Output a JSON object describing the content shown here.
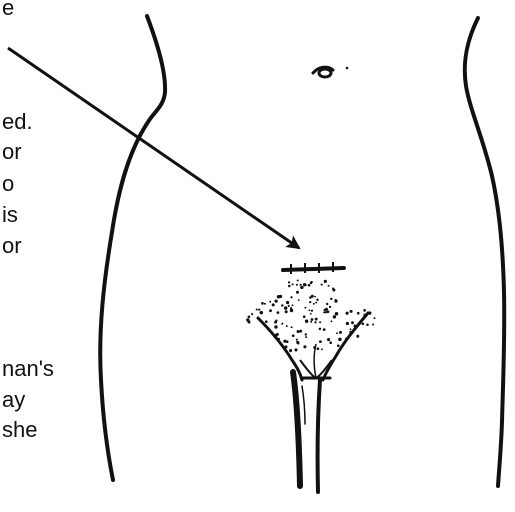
{
  "text_fragments": [
    "e",
    "ed.",
    "or",
    "o",
    "is",
    "or",
    "nan's",
    "ay",
    "she"
  ],
  "colors": {
    "ink": "#111111",
    "background": "#ffffff"
  }
}
